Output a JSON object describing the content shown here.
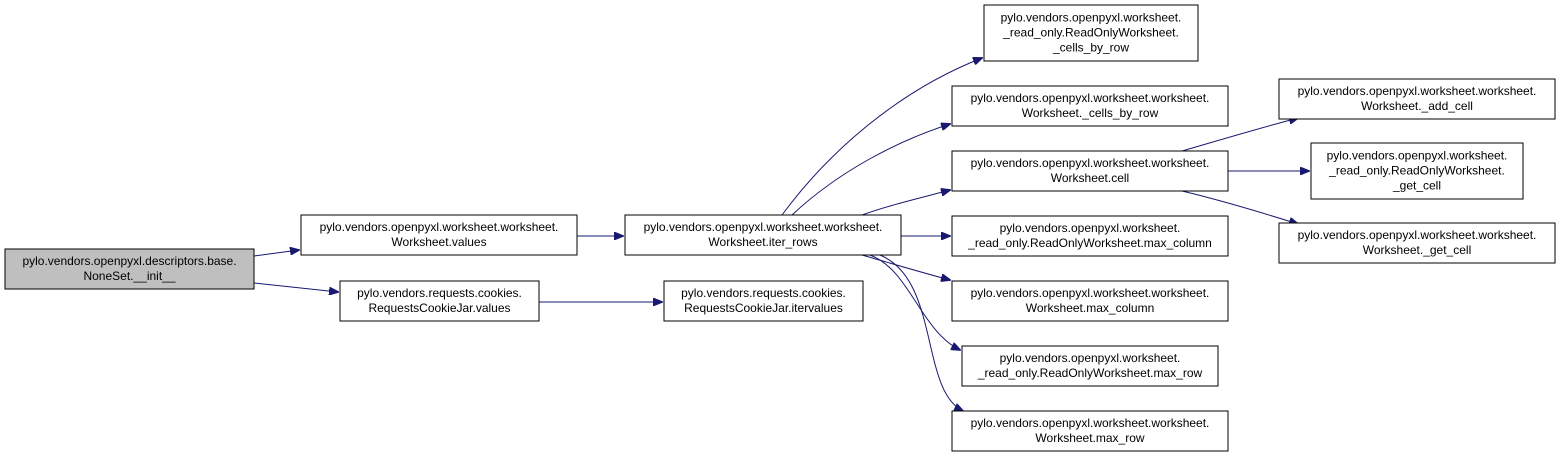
{
  "colors": {
    "root_fill": "#bfbfbf",
    "node_fill": "#ffffff",
    "border": "#000000",
    "edge": "#191970"
  },
  "nodes": [
    {
      "id": "n0",
      "lines": [
        "pylo.vendors.openpyxl.descriptors.base.",
        "NoneSet.__init__"
      ],
      "root": true
    },
    {
      "id": "n1",
      "lines": [
        "pylo.vendors.openpyxl.worksheet.worksheet.",
        "Worksheet.values"
      ]
    },
    {
      "id": "n2",
      "lines": [
        "pylo.vendors.requests.cookies.",
        "RequestsCookieJar.values"
      ]
    },
    {
      "id": "n3",
      "lines": [
        "pylo.vendors.openpyxl.worksheet.worksheet.",
        "Worksheet.iter_rows"
      ]
    },
    {
      "id": "n4",
      "lines": [
        "pylo.vendors.requests.cookies.",
        "RequestsCookieJar.itervalues"
      ]
    },
    {
      "id": "n5",
      "lines": [
        "pylo.vendors.openpyxl.worksheet.",
        "_read_only.ReadOnlyWorksheet.",
        "_cells_by_row"
      ]
    },
    {
      "id": "n6",
      "lines": [
        "pylo.vendors.openpyxl.worksheet.worksheet.",
        "Worksheet._cells_by_row"
      ]
    },
    {
      "id": "n7",
      "lines": [
        "pylo.vendors.openpyxl.worksheet.worksheet.",
        "Worksheet.cell"
      ]
    },
    {
      "id": "n8",
      "lines": [
        "pylo.vendors.openpyxl.worksheet.",
        "_read_only.ReadOnlyWorksheet.max_column"
      ]
    },
    {
      "id": "n9",
      "lines": [
        "pylo.vendors.openpyxl.worksheet.worksheet.",
        "Worksheet.max_column"
      ]
    },
    {
      "id": "n10",
      "lines": [
        "pylo.vendors.openpyxl.worksheet.",
        "_read_only.ReadOnlyWorksheet.max_row"
      ]
    },
    {
      "id": "n11",
      "lines": [
        "pylo.vendors.openpyxl.worksheet.worksheet.",
        "Worksheet.max_row"
      ]
    },
    {
      "id": "n12",
      "lines": [
        "pylo.vendors.openpyxl.worksheet.worksheet.",
        "Worksheet._add_cell"
      ]
    },
    {
      "id": "n13",
      "lines": [
        "pylo.vendors.openpyxl.worksheet.",
        "_read_only.ReadOnlyWorksheet.",
        "_get_cell"
      ]
    },
    {
      "id": "n14",
      "lines": [
        "pylo.vendors.openpyxl.worksheet.worksheet.",
        "Worksheet._get_cell"
      ]
    }
  ],
  "edges": [
    {
      "from": "n0",
      "to": "n1"
    },
    {
      "from": "n0",
      "to": "n2"
    },
    {
      "from": "n1",
      "to": "n3"
    },
    {
      "from": "n2",
      "to": "n4"
    },
    {
      "from": "n3",
      "to": "n5"
    },
    {
      "from": "n3",
      "to": "n6"
    },
    {
      "from": "n3",
      "to": "n7"
    },
    {
      "from": "n3",
      "to": "n8"
    },
    {
      "from": "n3",
      "to": "n9"
    },
    {
      "from": "n3",
      "to": "n10"
    },
    {
      "from": "n3",
      "to": "n11"
    },
    {
      "from": "n7",
      "to": "n12"
    },
    {
      "from": "n7",
      "to": "n13"
    },
    {
      "from": "n7",
      "to": "n14"
    }
  ]
}
